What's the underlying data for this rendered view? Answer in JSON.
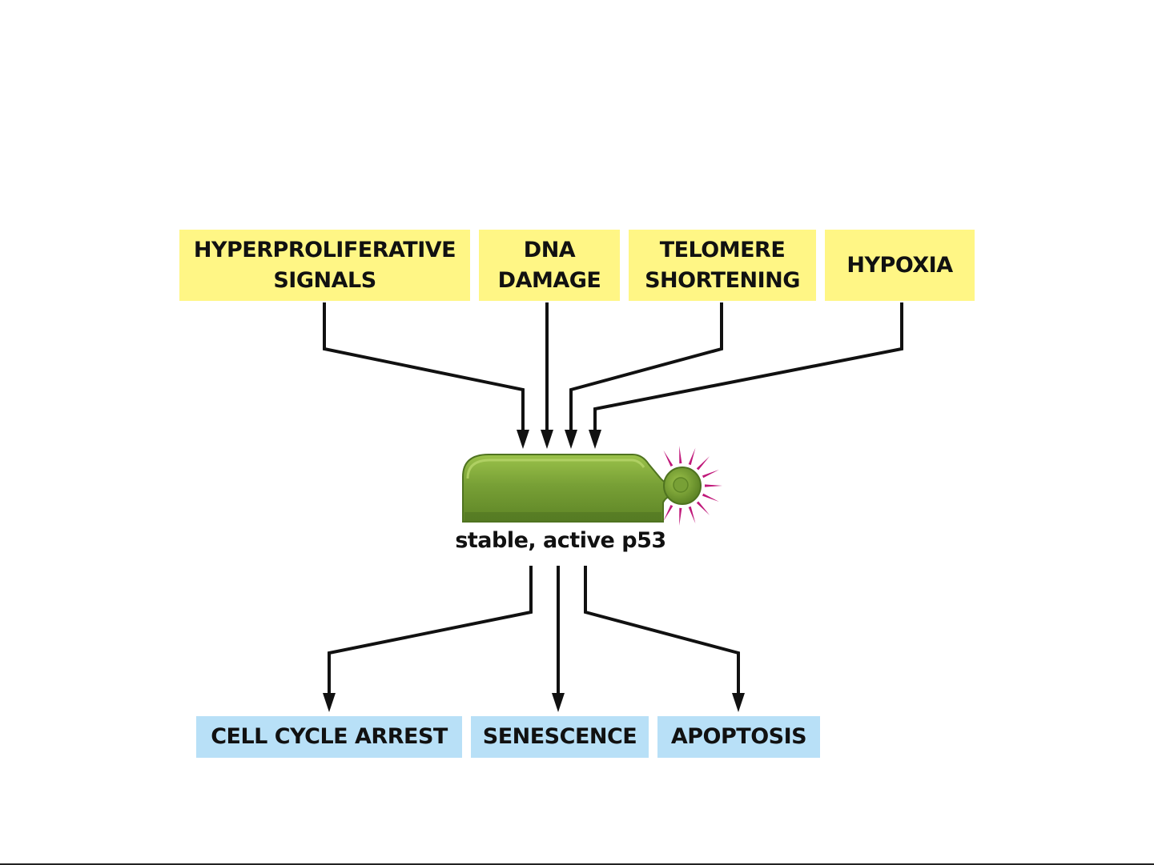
{
  "colors": {
    "input_box": "#fff685",
    "output_box": "#b8e0f7",
    "protein_body": "#78a036",
    "protein_shadow": "#4f7320",
    "activation_spikes": "#c0187a",
    "arrows": "#111111"
  },
  "inputs": [
    {
      "line1": "HYPERPROLIFERATIVE",
      "line2": "SIGNALS"
    },
    {
      "line1": "DNA",
      "line2": "DAMAGE"
    },
    {
      "line1": "TELOMERE",
      "line2": "SHORTENING"
    },
    {
      "line1": "HYPOXIA",
      "line2": ""
    }
  ],
  "center": {
    "label": "stable, active p53",
    "icon": "p53-protein-icon"
  },
  "outputs": [
    {
      "label": "CELL CYCLE ARREST"
    },
    {
      "label": "SENESCENCE"
    },
    {
      "label": "APOPTOSIS"
    }
  ]
}
